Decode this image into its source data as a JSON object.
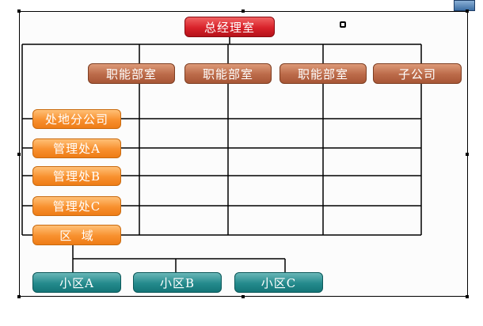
{
  "top_node": {
    "label": "总经理室"
  },
  "departments": [
    {
      "label": "职能部室"
    },
    {
      "label": "职能部室"
    },
    {
      "label": "职能部室"
    },
    {
      "label": "子公司"
    }
  ],
  "rows": [
    {
      "label": "处地分公司"
    },
    {
      "label": "管理处A"
    },
    {
      "label": "管理处B"
    },
    {
      "label": "管理处C"
    },
    {
      "label": "区  域"
    }
  ],
  "sub_areas": [
    {
      "label": "小区A"
    },
    {
      "label": "小区B"
    },
    {
      "label": "小区C"
    }
  ],
  "colors": {
    "top": "#d8222a",
    "department": "#bb6a49",
    "row": "#f8902e",
    "sub_area": "#248a8c"
  }
}
